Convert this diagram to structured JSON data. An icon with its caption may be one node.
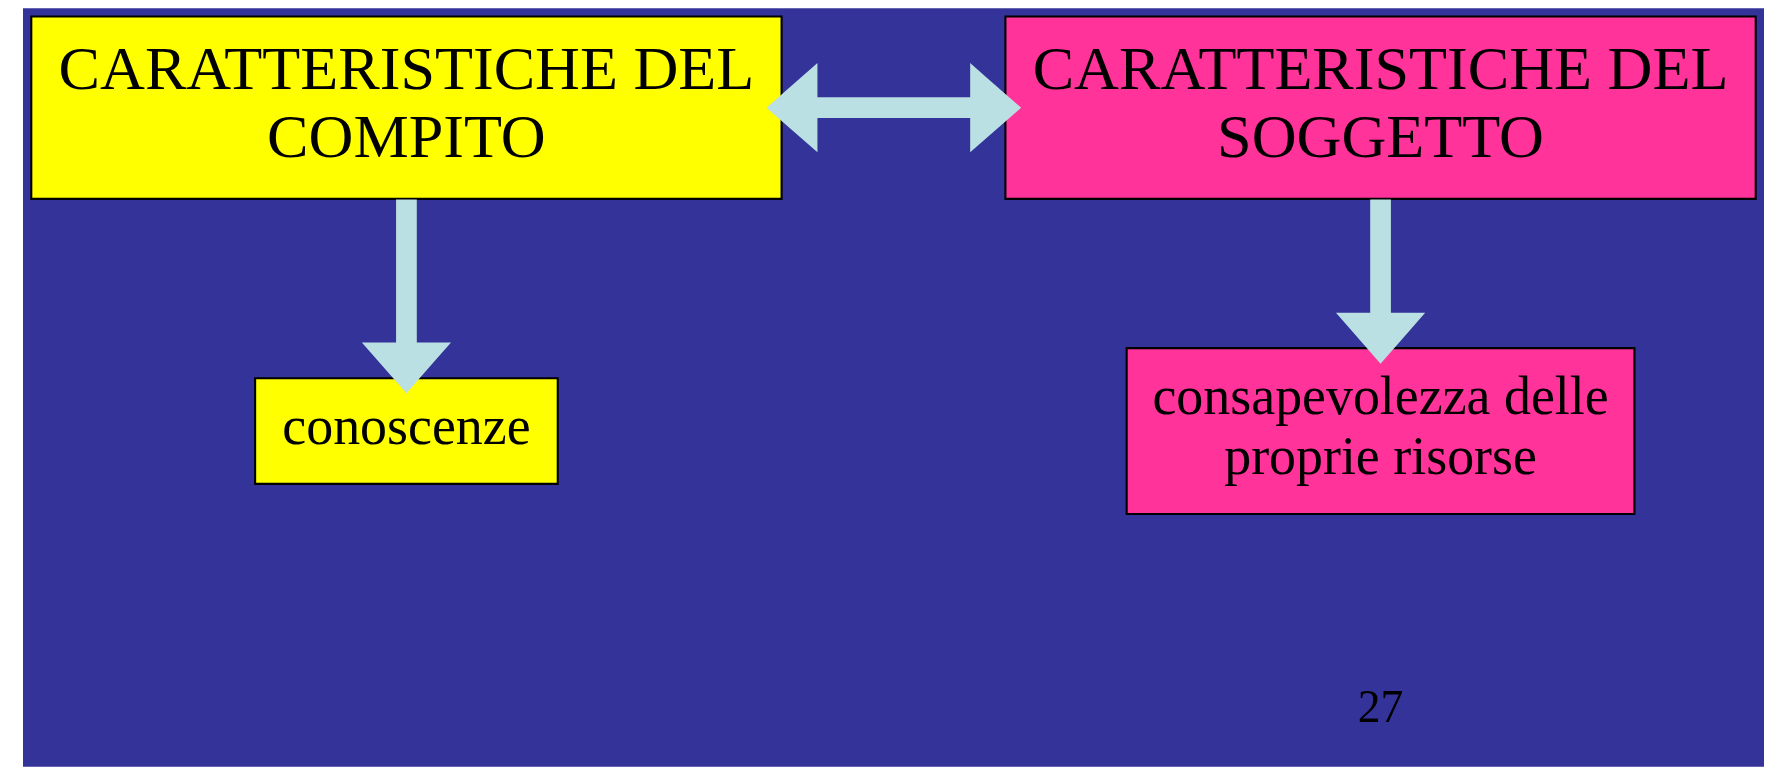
{
  "diagram": {
    "nodes": [
      {
        "text": [
          "CARATTERISTICHE DEL COMPITO"
        ]
      },
      {
        "text": [
          "CARATTERISTICHE DEL SOGGETTO"
        ]
      },
      {
        "text": [
          "conoscenze"
        ]
      },
      {
        "text": [
          "consapevolezza delle proprie risorse"
        ]
      }
    ],
    "edges": [
      {
        "from": 0,
        "to": 1,
        "arrow": "both"
      },
      {
        "from": 0,
        "to": 2,
        "arrow": "to"
      },
      {
        "from": 1,
        "to": 3,
        "arrow": "to"
      }
    ],
    "labels": [
      "27"
    ]
  }
}
